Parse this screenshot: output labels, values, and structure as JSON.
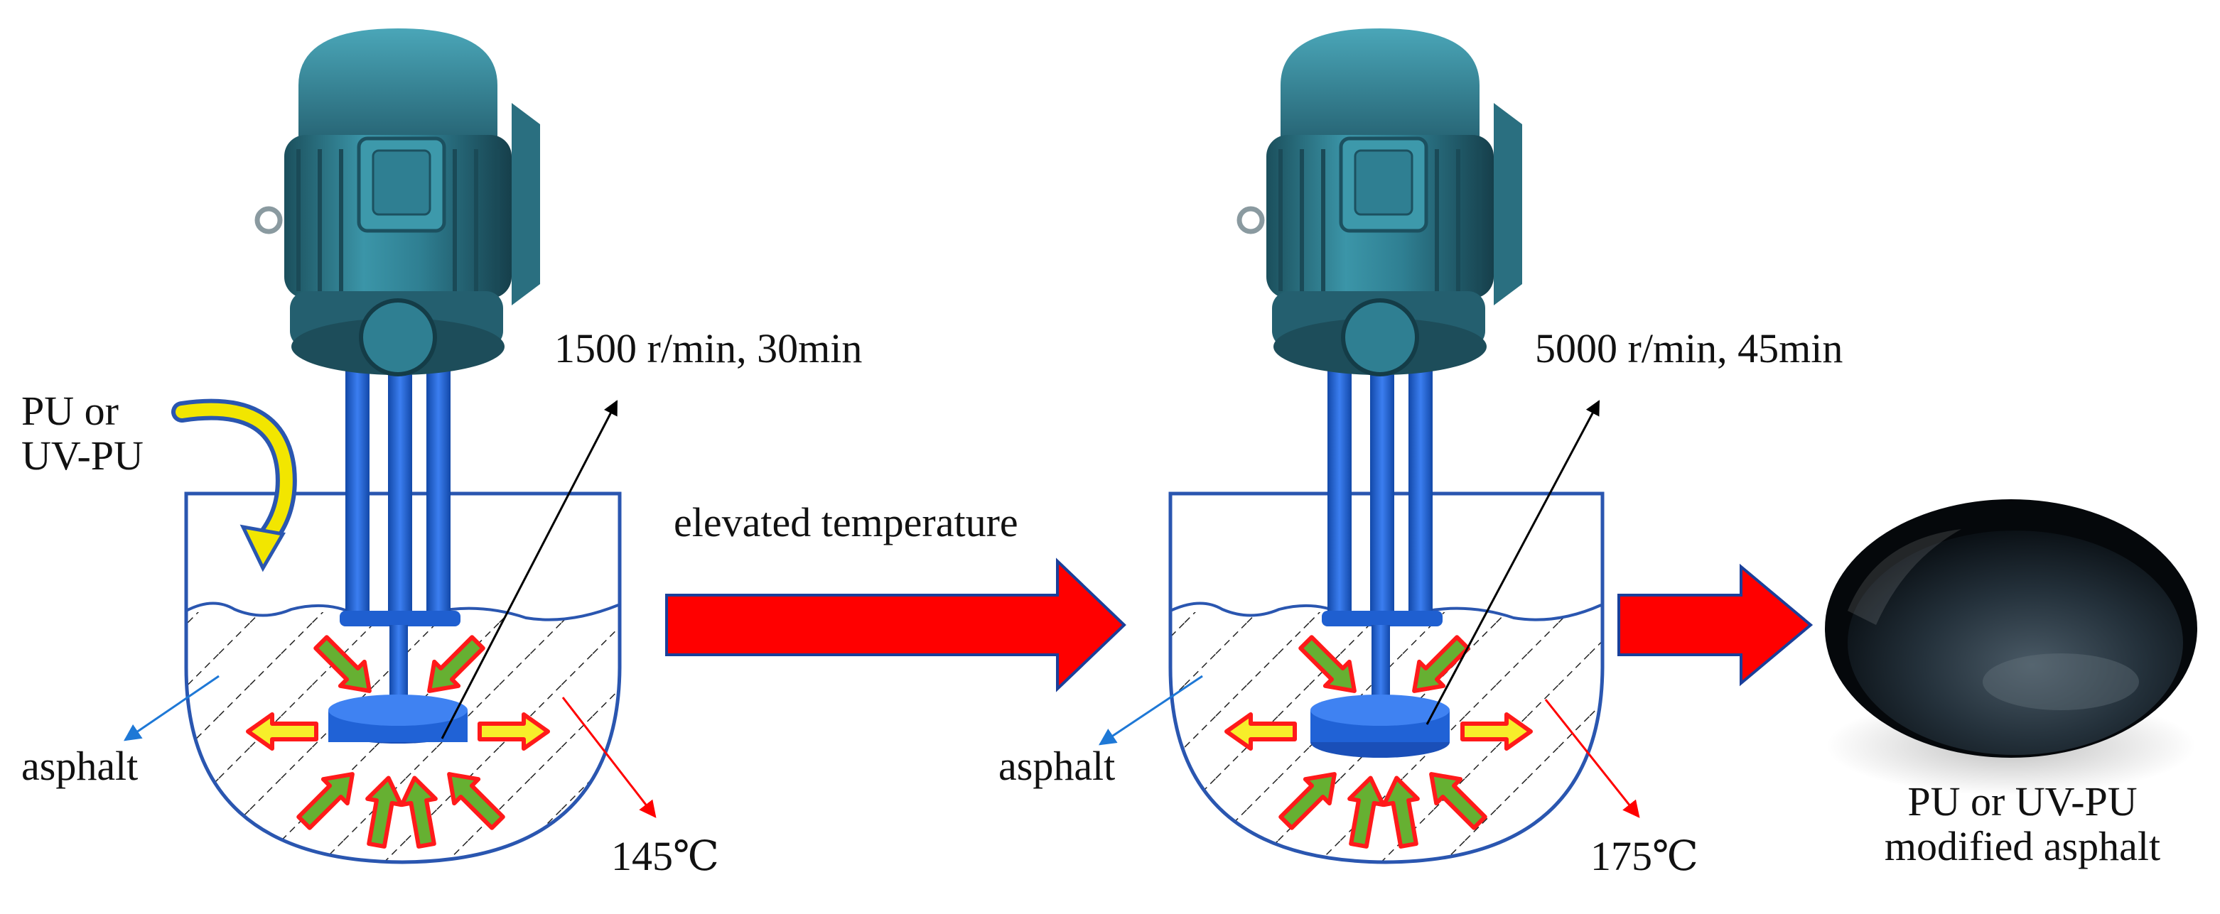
{
  "stage1": {
    "additive_label_line1": "PU or",
    "additive_label_line2": "UV-PU",
    "speed_time": "1500 r/min, 30min",
    "asphalt_label": "asphalt",
    "temperature": "145℃"
  },
  "transition": {
    "label": "elevated temperature"
  },
  "stage2": {
    "speed_time": "5000 r/min, 45min",
    "asphalt_label": "asphalt",
    "temperature": "175℃"
  },
  "product": {
    "label_line1": "PU or UV-PU",
    "label_line2": "modified asphalt"
  },
  "colors": {
    "motor_body": "#2f7f92",
    "shaft": "#1f5fd0",
    "vessel_outline": "#2a56b0",
    "process_arrow": "#ff0000",
    "flow_arrow_fill": "#66b032",
    "flow_arrow_edge": "#ff1a1a",
    "asphalt_pointer": "#1e78d6",
    "temperature_pointer": "#ff0000",
    "additive_arrow": "#f2e600"
  },
  "icons": [
    "electric-motor-icon",
    "mixing-vessel-icon",
    "asphalt-dish-icon"
  ]
}
